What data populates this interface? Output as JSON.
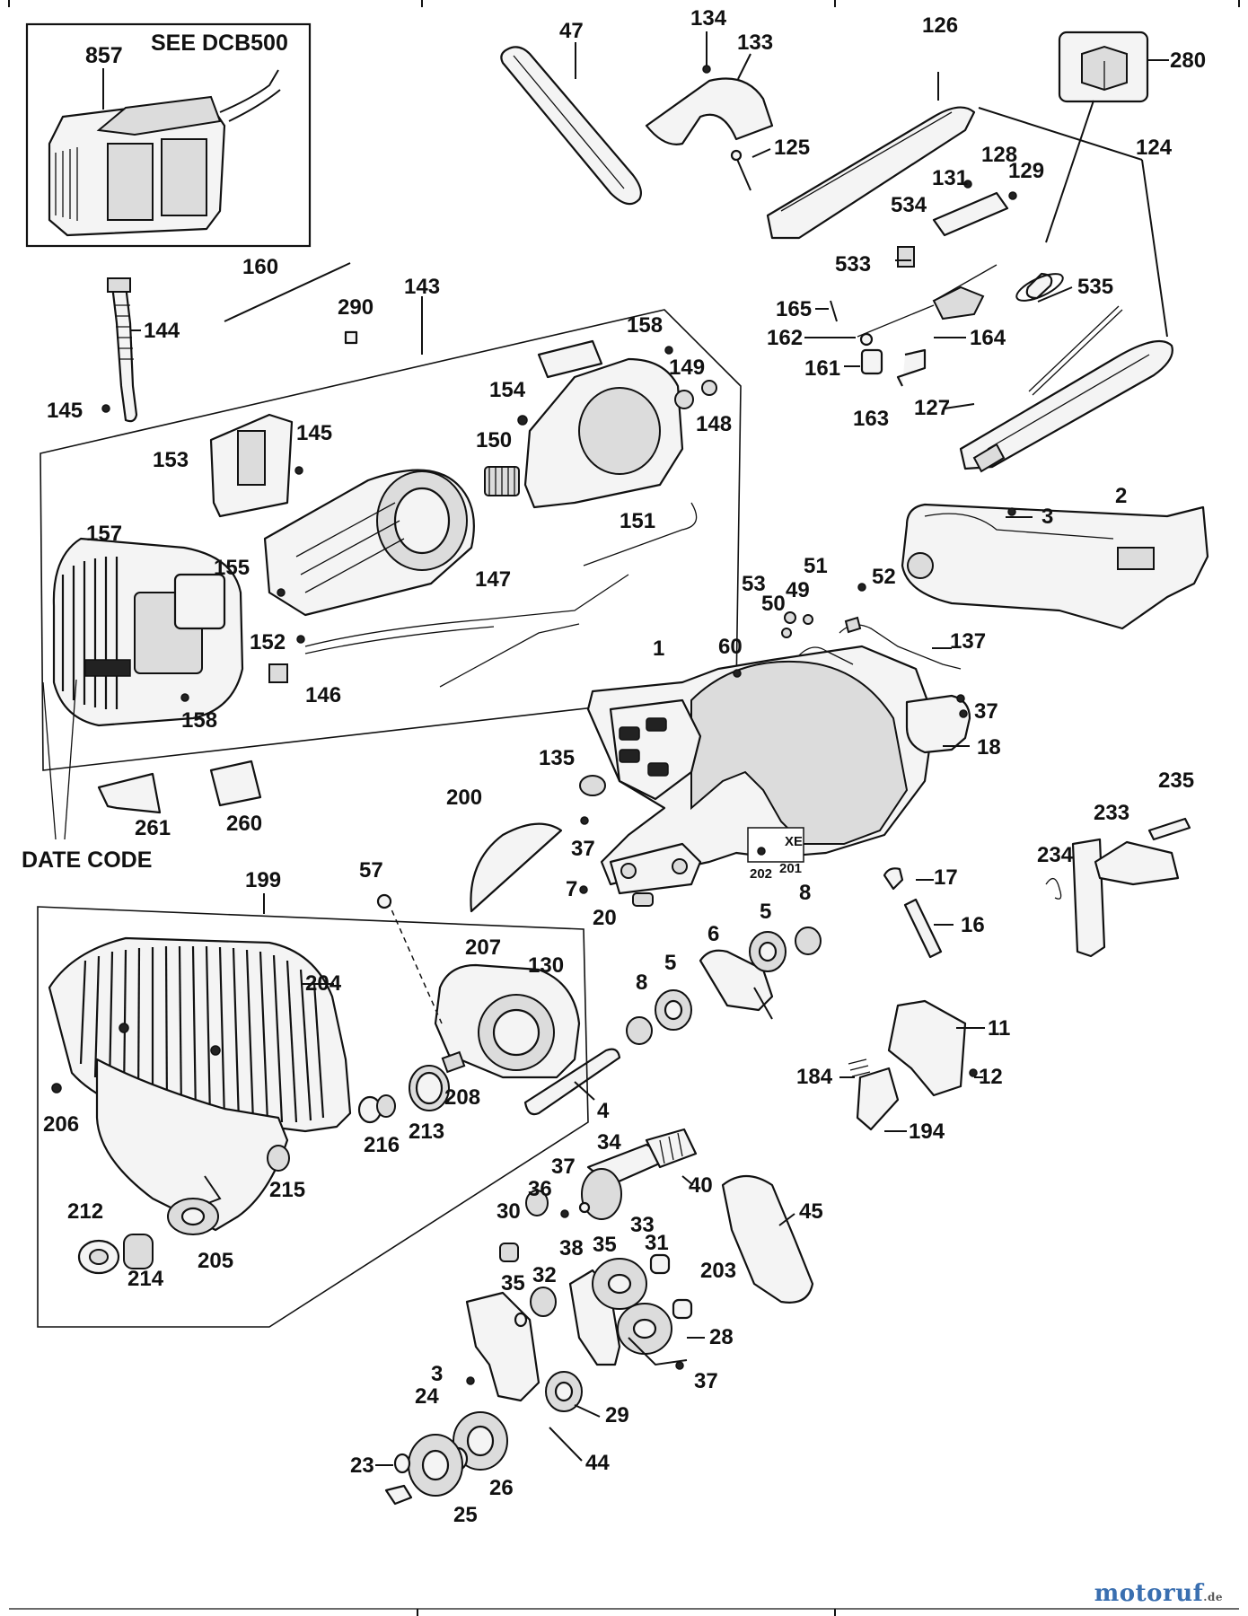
{
  "header_box": {
    "title": "SEE DCB500",
    "part": "857"
  },
  "date_code_label": "DATE CODE",
  "callouts": [
    {
      "id": "c857",
      "text": "857"
    },
    {
      "id": "c47",
      "text": "47"
    },
    {
      "id": "c134",
      "text": "134"
    },
    {
      "id": "c133",
      "text": "133"
    },
    {
      "id": "c126",
      "text": "126"
    },
    {
      "id": "c280",
      "text": "280"
    },
    {
      "id": "c125",
      "text": "125"
    },
    {
      "id": "c128",
      "text": "128"
    },
    {
      "id": "c124",
      "text": "124"
    },
    {
      "id": "c131",
      "text": "131"
    },
    {
      "id": "c129",
      "text": "129"
    },
    {
      "id": "c534",
      "text": "534"
    },
    {
      "id": "c533",
      "text": "533"
    },
    {
      "id": "c160",
      "text": "160"
    },
    {
      "id": "c143",
      "text": "143"
    },
    {
      "id": "c290",
      "text": "290"
    },
    {
      "id": "c535",
      "text": "535"
    },
    {
      "id": "c165",
      "text": "165"
    },
    {
      "id": "c144",
      "text": "144"
    },
    {
      "id": "c158a",
      "text": "158"
    },
    {
      "id": "c162",
      "text": "162"
    },
    {
      "id": "c164",
      "text": "164"
    },
    {
      "id": "c149",
      "text": "149"
    },
    {
      "id": "c161",
      "text": "161"
    },
    {
      "id": "c154",
      "text": "154"
    },
    {
      "id": "c145a",
      "text": "145"
    },
    {
      "id": "c148",
      "text": "148"
    },
    {
      "id": "c163",
      "text": "163"
    },
    {
      "id": "c127",
      "text": "127"
    },
    {
      "id": "c145b",
      "text": "145"
    },
    {
      "id": "c153",
      "text": "153"
    },
    {
      "id": "c150",
      "text": "150"
    },
    {
      "id": "c2",
      "text": "2"
    },
    {
      "id": "c3a",
      "text": "3"
    },
    {
      "id": "c151",
      "text": "151"
    },
    {
      "id": "c157",
      "text": "157"
    },
    {
      "id": "c155",
      "text": "155"
    },
    {
      "id": "c51",
      "text": "51"
    },
    {
      "id": "c53",
      "text": "53"
    },
    {
      "id": "c52",
      "text": "52"
    },
    {
      "id": "c50",
      "text": "50"
    },
    {
      "id": "c49",
      "text": "49"
    },
    {
      "id": "c147",
      "text": "147"
    },
    {
      "id": "c152",
      "text": "152"
    },
    {
      "id": "c60",
      "text": "60"
    },
    {
      "id": "c1",
      "text": "1"
    },
    {
      "id": "c137",
      "text": "137"
    },
    {
      "id": "c146",
      "text": "146"
    },
    {
      "id": "c158b",
      "text": "158"
    },
    {
      "id": "c37a",
      "text": "37"
    },
    {
      "id": "c18",
      "text": "18"
    },
    {
      "id": "c135",
      "text": "135"
    },
    {
      "id": "c235",
      "text": "235"
    },
    {
      "id": "c200",
      "text": "200"
    },
    {
      "id": "c233",
      "text": "233"
    },
    {
      "id": "c261",
      "text": "261"
    },
    {
      "id": "c260",
      "text": "260"
    },
    {
      "id": "c37b",
      "text": "37"
    },
    {
      "id": "c234",
      "text": "234"
    },
    {
      "id": "cXE",
      "text": "XE"
    },
    {
      "id": "c202",
      "text": "202"
    },
    {
      "id": "c201",
      "text": "201"
    },
    {
      "id": "c199",
      "text": "199"
    },
    {
      "id": "c57",
      "text": "57"
    },
    {
      "id": "c17",
      "text": "17"
    },
    {
      "id": "c7",
      "text": "7"
    },
    {
      "id": "c8a",
      "text": "8"
    },
    {
      "id": "c20",
      "text": "20"
    },
    {
      "id": "c5a",
      "text": "5"
    },
    {
      "id": "c16",
      "text": "16"
    },
    {
      "id": "c6",
      "text": "6"
    },
    {
      "id": "c207",
      "text": "207"
    },
    {
      "id": "c130",
      "text": "130"
    },
    {
      "id": "c204",
      "text": "204"
    },
    {
      "id": "c8b",
      "text": "8"
    },
    {
      "id": "c5b",
      "text": "5"
    },
    {
      "id": "c11",
      "text": "11"
    },
    {
      "id": "c184",
      "text": "184"
    },
    {
      "id": "c12",
      "text": "12"
    },
    {
      "id": "c208",
      "text": "208"
    },
    {
      "id": "c4",
      "text": "4"
    },
    {
      "id": "c206",
      "text": "206"
    },
    {
      "id": "c194",
      "text": "194"
    },
    {
      "id": "c216",
      "text": "216"
    },
    {
      "id": "c213",
      "text": "213"
    },
    {
      "id": "c34",
      "text": "34"
    },
    {
      "id": "c37c",
      "text": "37"
    },
    {
      "id": "c40",
      "text": "40"
    },
    {
      "id": "c215",
      "text": "215"
    },
    {
      "id": "c36",
      "text": "36"
    },
    {
      "id": "c45",
      "text": "45"
    },
    {
      "id": "c30",
      "text": "30"
    },
    {
      "id": "c33",
      "text": "33"
    },
    {
      "id": "c212",
      "text": "212"
    },
    {
      "id": "c35a",
      "text": "35"
    },
    {
      "id": "c31",
      "text": "31"
    },
    {
      "id": "c205",
      "text": "205"
    },
    {
      "id": "c38",
      "text": "38"
    },
    {
      "id": "c203",
      "text": "203"
    },
    {
      "id": "c214",
      "text": "214"
    },
    {
      "id": "c32",
      "text": "32"
    },
    {
      "id": "c35b",
      "text": "35"
    },
    {
      "id": "c28",
      "text": "28"
    },
    {
      "id": "c37d",
      "text": "37"
    },
    {
      "id": "c3b",
      "text": "3"
    },
    {
      "id": "c24",
      "text": "24"
    },
    {
      "id": "c29",
      "text": "29"
    },
    {
      "id": "c44",
      "text": "44"
    },
    {
      "id": "c23",
      "text": "23"
    },
    {
      "id": "c26",
      "text": "26"
    },
    {
      "id": "c25",
      "text": "25"
    }
  ],
  "watermark": "motoruf"
}
